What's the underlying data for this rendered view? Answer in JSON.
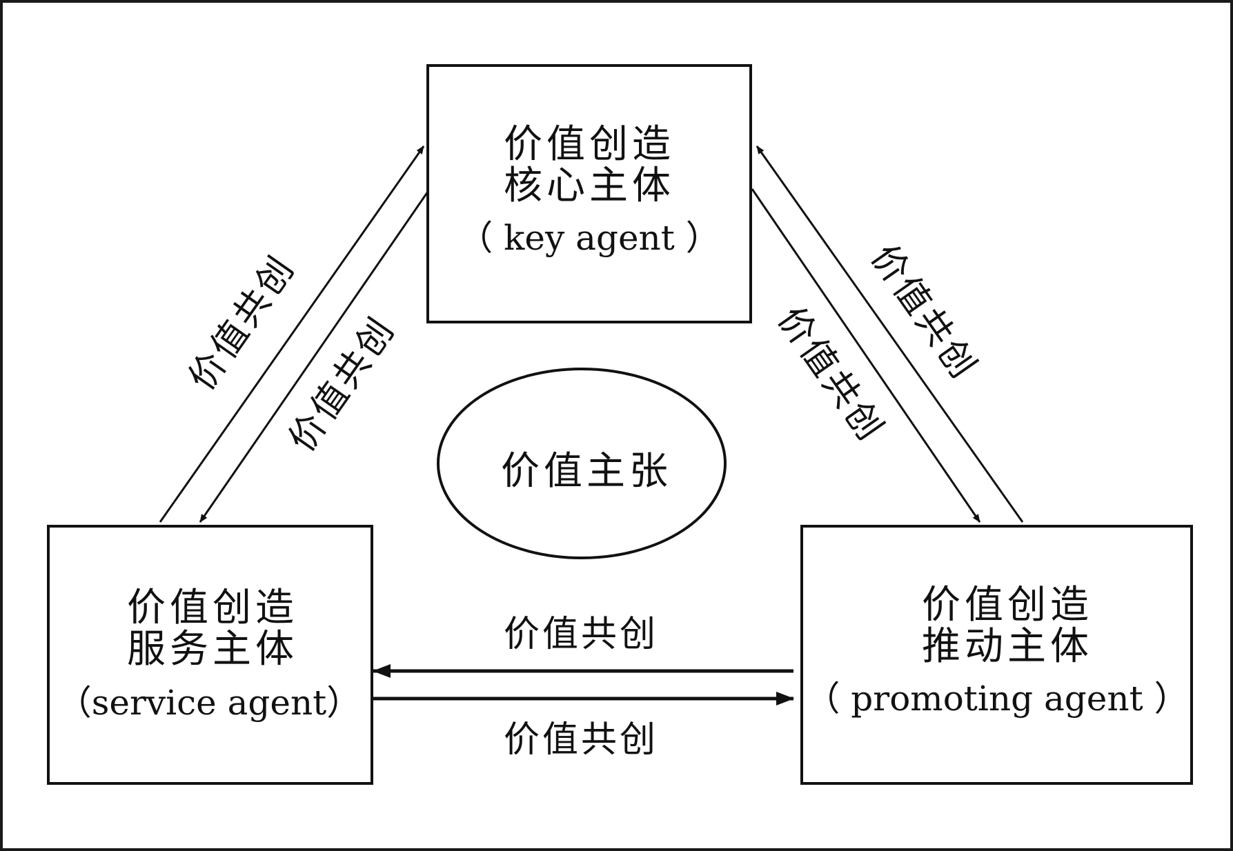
{
  "nodes": {
    "key": {
      "line1": "价值创造",
      "line2": "核心主体",
      "line3": "（ key agent ）"
    },
    "service": {
      "line1": "价值创造",
      "line2": "服务主体",
      "line3": "（service agent）"
    },
    "promoting": {
      "line1": "价值创造",
      "line2": "推动主体",
      "line3": "（ promoting  agent ）"
    },
    "center": {
      "label": "价值主张"
    }
  },
  "edges": {
    "service_to_key": "价值共创",
    "key_to_service": "价值共创",
    "promoting_to_key": "价值共创",
    "key_to_promoting": "价值共创",
    "promoting_to_service": "价值共创",
    "service_to_promoting": "价值共创"
  }
}
